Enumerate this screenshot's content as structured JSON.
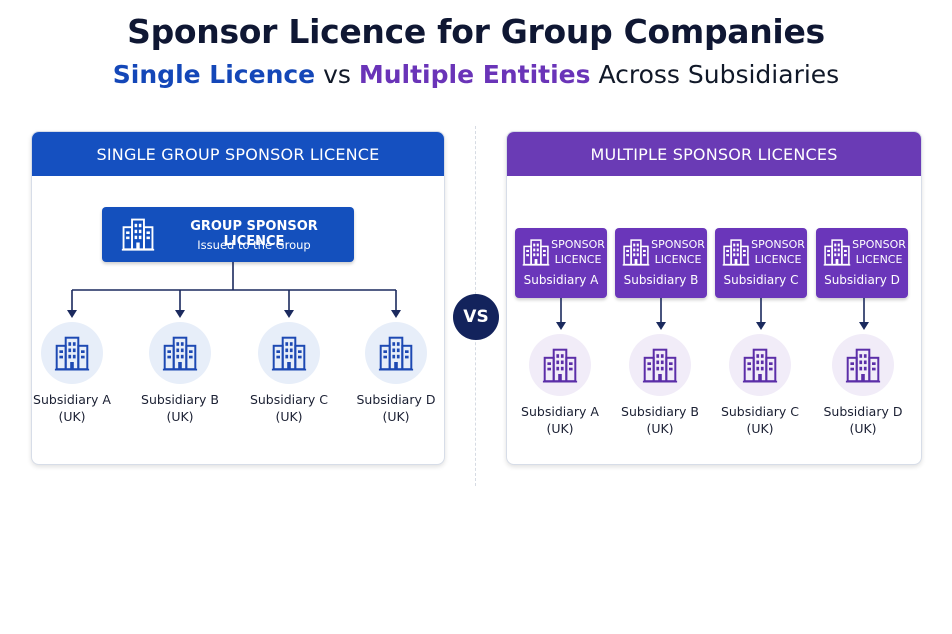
{
  "title": "Sponsor Licence for Group Companies",
  "subtitle": {
    "part1": "Single Licence",
    "part2": " vs ",
    "part3": "Multiple Entities",
    "part4": " Across Subsidiaries"
  },
  "colors": {
    "blue": "#1550c0",
    "purple": "#6a3bb5",
    "navy": "#13235c"
  },
  "vs_label": "VS",
  "left_panel": {
    "header": "SINGLE GROUP SPONSOR LICENCE",
    "group_box": {
      "title": "GROUP SPONSOR LICENCE",
      "subtitle": "Issued to the Group",
      "icon": "building-icon"
    },
    "subsidiaries": [
      {
        "name": "Subsidiary A",
        "region": "(UK)"
      },
      {
        "name": "Subsidiary B",
        "region": "(UK)"
      },
      {
        "name": "Subsidiary C",
        "region": "(UK)"
      },
      {
        "name": "Subsidiary D",
        "region": "(UK)"
      }
    ]
  },
  "right_panel": {
    "header": "MULTIPLE SPONSOR LICENCES",
    "licences": [
      {
        "line1": "SPONSOR",
        "line2": "LICENCE",
        "label": "Subsidiary A"
      },
      {
        "line1": "SPONSOR",
        "line2": "LICENCE",
        "label": "Subsidiary B"
      },
      {
        "line1": "SPONSOR",
        "line2": "LICENCE",
        "label": "Subsidiary C"
      },
      {
        "line1": "SPONSOR",
        "line2": "LICENCE",
        "label": "Subsidiary D"
      }
    ],
    "subsidiaries": [
      {
        "name": "Subsidiary A",
        "region": "(UK)"
      },
      {
        "name": "Subsidiary B",
        "region": "(UK)"
      },
      {
        "name": "Subsidiary C",
        "region": "(UK)"
      },
      {
        "name": "Subsidiary D",
        "region": "(UK)"
      }
    ]
  }
}
